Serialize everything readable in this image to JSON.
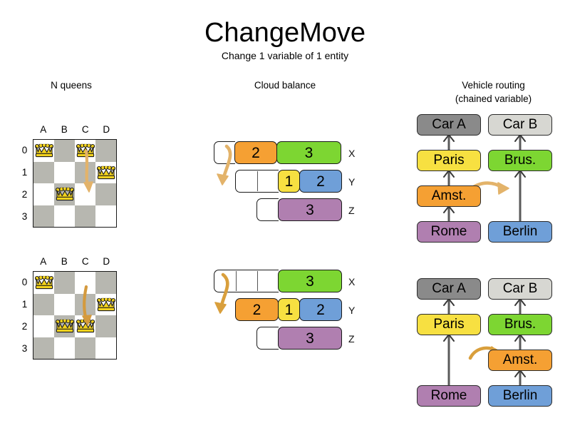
{
  "header": {
    "title": "ChangeMove",
    "subtitle": "Change 1 variable of 1 entity"
  },
  "sections": {
    "nqueens": {
      "heading": "N queens"
    },
    "cloud": {
      "heading": "Cloud balance"
    },
    "routing": {
      "heading_line1": "Vehicle routing",
      "heading_line2": "(chained variable)"
    }
  },
  "colors": {
    "board_dark": "#b7b7b0",
    "board_light": "#ffffff",
    "queen_gold": "#f2d21e",
    "arrow_tan": "#e3b36a",
    "orange": "#f5a033",
    "green": "#7dd632",
    "yellow": "#f7e041",
    "blue": "#6f9fd8",
    "purple": "#b07fb0",
    "car_a_gray": "#8a8a8a",
    "car_b_gray": "#d7d7d2",
    "node_border": "#2b2b2b"
  },
  "nqueens": {
    "col_labels": [
      "A",
      "B",
      "C",
      "D"
    ],
    "row_labels": [
      "0",
      "1",
      "2",
      "3"
    ],
    "before": {
      "queens": [
        {
          "col": 0,
          "row": 0
        },
        {
          "col": 2,
          "row": 0
        },
        {
          "col": 3,
          "row": 1
        },
        {
          "col": 1,
          "row": 2
        }
      ],
      "move": {
        "from_col": 2,
        "from_row": 0,
        "to_col": 2,
        "to_row": 2
      }
    },
    "after": {
      "queens": [
        {
          "col": 0,
          "row": 0
        },
        {
          "col": 3,
          "row": 1
        },
        {
          "col": 1,
          "row": 2
        },
        {
          "col": 2,
          "row": 2
        }
      ],
      "move": {
        "from_col": 2,
        "from_row": 0,
        "to_col": 2,
        "to_row": 2
      }
    }
  },
  "chart_data": {
    "type": "bar",
    "title": "Cloud balance",
    "orientation": "horizontal",
    "categories": [
      "X",
      "Y",
      "Z"
    ],
    "before": [
      {
        "computer": "X",
        "segments": [
          {
            "label": "",
            "value": 1,
            "color": "#ffffff"
          },
          {
            "label": "2",
            "value": 2,
            "color": "#f5a033"
          },
          {
            "label": "3",
            "value": 3,
            "color": "#7dd632"
          }
        ]
      },
      {
        "computer": "Y",
        "segments": [
          {
            "label": "",
            "value": 2,
            "color": "#ffffff"
          },
          {
            "label": "1",
            "value": 1,
            "color": "#f7e041"
          },
          {
            "label": "2",
            "value": 2,
            "color": "#6f9fd8"
          }
        ]
      },
      {
        "computer": "Z",
        "segments": [
          {
            "label": "",
            "value": 1,
            "color": "#ffffff"
          },
          {
            "label": "3",
            "value": 3,
            "color": "#b07fb0"
          }
        ]
      }
    ],
    "after": [
      {
        "computer": "X",
        "segments": [
          {
            "label": "",
            "value": 3,
            "color": "#ffffff"
          },
          {
            "label": "3",
            "value": 3,
            "color": "#7dd632"
          }
        ]
      },
      {
        "computer": "Y",
        "segments": [
          {
            "label": "2",
            "value": 2,
            "color": "#f5a033"
          },
          {
            "label": "1",
            "value": 1,
            "color": "#f7e041"
          },
          {
            "label": "2",
            "value": 2,
            "color": "#6f9fd8"
          }
        ]
      },
      {
        "computer": "Z",
        "segments": [
          {
            "label": "",
            "value": 1,
            "color": "#ffffff"
          },
          {
            "label": "3",
            "value": 3,
            "color": "#b07fb0"
          }
        ]
      }
    ],
    "move": {
      "process": "2",
      "from": "X",
      "to": "Y"
    }
  },
  "routing": {
    "before": {
      "chain_a": [
        "Car A",
        "Paris",
        "Amst.",
        "Rome"
      ],
      "chain_b": [
        "Car B",
        "Brus.",
        "Berlin"
      ],
      "move": {
        "entity": "Amst.",
        "from_chain": "Car A",
        "to_chain": "Car B"
      }
    },
    "after": {
      "chain_a": [
        "Car A",
        "Paris",
        "Rome"
      ],
      "chain_b": [
        "Car B",
        "Brus.",
        "Amst.",
        "Berlin"
      ],
      "move": {
        "entity": "Amst.",
        "from_chain": "Car A",
        "to_chain": "Car B"
      }
    },
    "node_labels": {
      "car_a": "Car A",
      "car_b": "Car B",
      "paris": "Paris",
      "brussels": "Brus.",
      "amsterdam": "Amst.",
      "rome": "Rome",
      "berlin": "Berlin"
    }
  }
}
